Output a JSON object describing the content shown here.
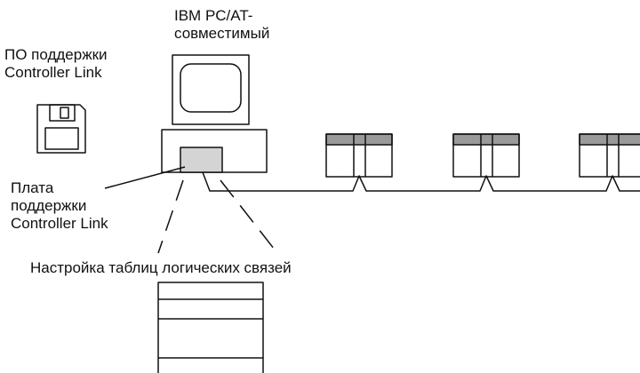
{
  "labels": {
    "pc_title_line1": "IBM PC/AT-",
    "pc_title_line2": "совместимый",
    "software_line1": "ПО поддержки",
    "software_line2": "Controller Link",
    "board_line1": "Плата",
    "board_line2": "поддержки",
    "board_line3": "Controller Link",
    "link_table_caption": "Настройка таблиц логических связей"
  },
  "colors": {
    "line": "#111111",
    "board_fill": "#d4d4d4",
    "plc_header_fill": "#9a9a9a",
    "background": "#ffffff"
  },
  "icons": {
    "pc": "computer-monitor-icon",
    "floppy": "floppy-disk-icon",
    "plc": "plc-rack-icon"
  }
}
